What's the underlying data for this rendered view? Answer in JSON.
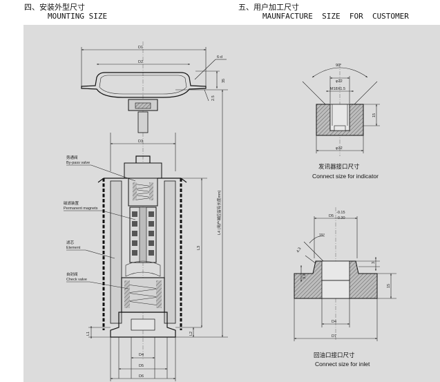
{
  "headers": {
    "left_cn": "四、安装外型尺寸",
    "left_en": "MOUNTING SIZE",
    "right_cn": "五、用户加工尺寸",
    "right_en": "MAUNFACTURE  SIZE  FOR  CUSTOMER"
  },
  "dims": {
    "d1": "D1",
    "d2": "D2",
    "d3": "D3",
    "d4": "D4",
    "d5": "D5",
    "d6": "D6",
    "sixd": "6-d",
    "n35": "35",
    "n25": "2.5",
    "l1": "L1",
    "l2": "L2",
    "l3": "L3",
    "l4": "L4 (用户端应留有长度mm)"
  },
  "part_labels": {
    "bypass_cn": "旁通阀",
    "bypass_en": "By-pass valve",
    "magnet_cn": "磁滤装置",
    "magnet_en": "Permanent magnets",
    "element_cn": "滤芯",
    "element_en": "Element",
    "check_cn": "自封阀",
    "check_en": "Check valve"
  },
  "indicator": {
    "angle": "90°",
    "phi22": "φ22",
    "thread": "M18X1.5",
    "n15": "15",
    "phi32": "φ32",
    "caption_cn": "发讯器接口尺寸",
    "caption_en": "Connect size for indicator"
  },
  "inlet": {
    "d5": "D5",
    "tol_top": "-0.15",
    "tol_bot": "-0.30",
    "angle": "15°",
    "n43": "4.3",
    "n3": "3",
    "n32": "3.2",
    "n15": "15",
    "d4": "D4",
    "d7": "D7",
    "caption_cn": "回油口接口尺寸",
    "caption_en": "Connect size for inlet"
  }
}
